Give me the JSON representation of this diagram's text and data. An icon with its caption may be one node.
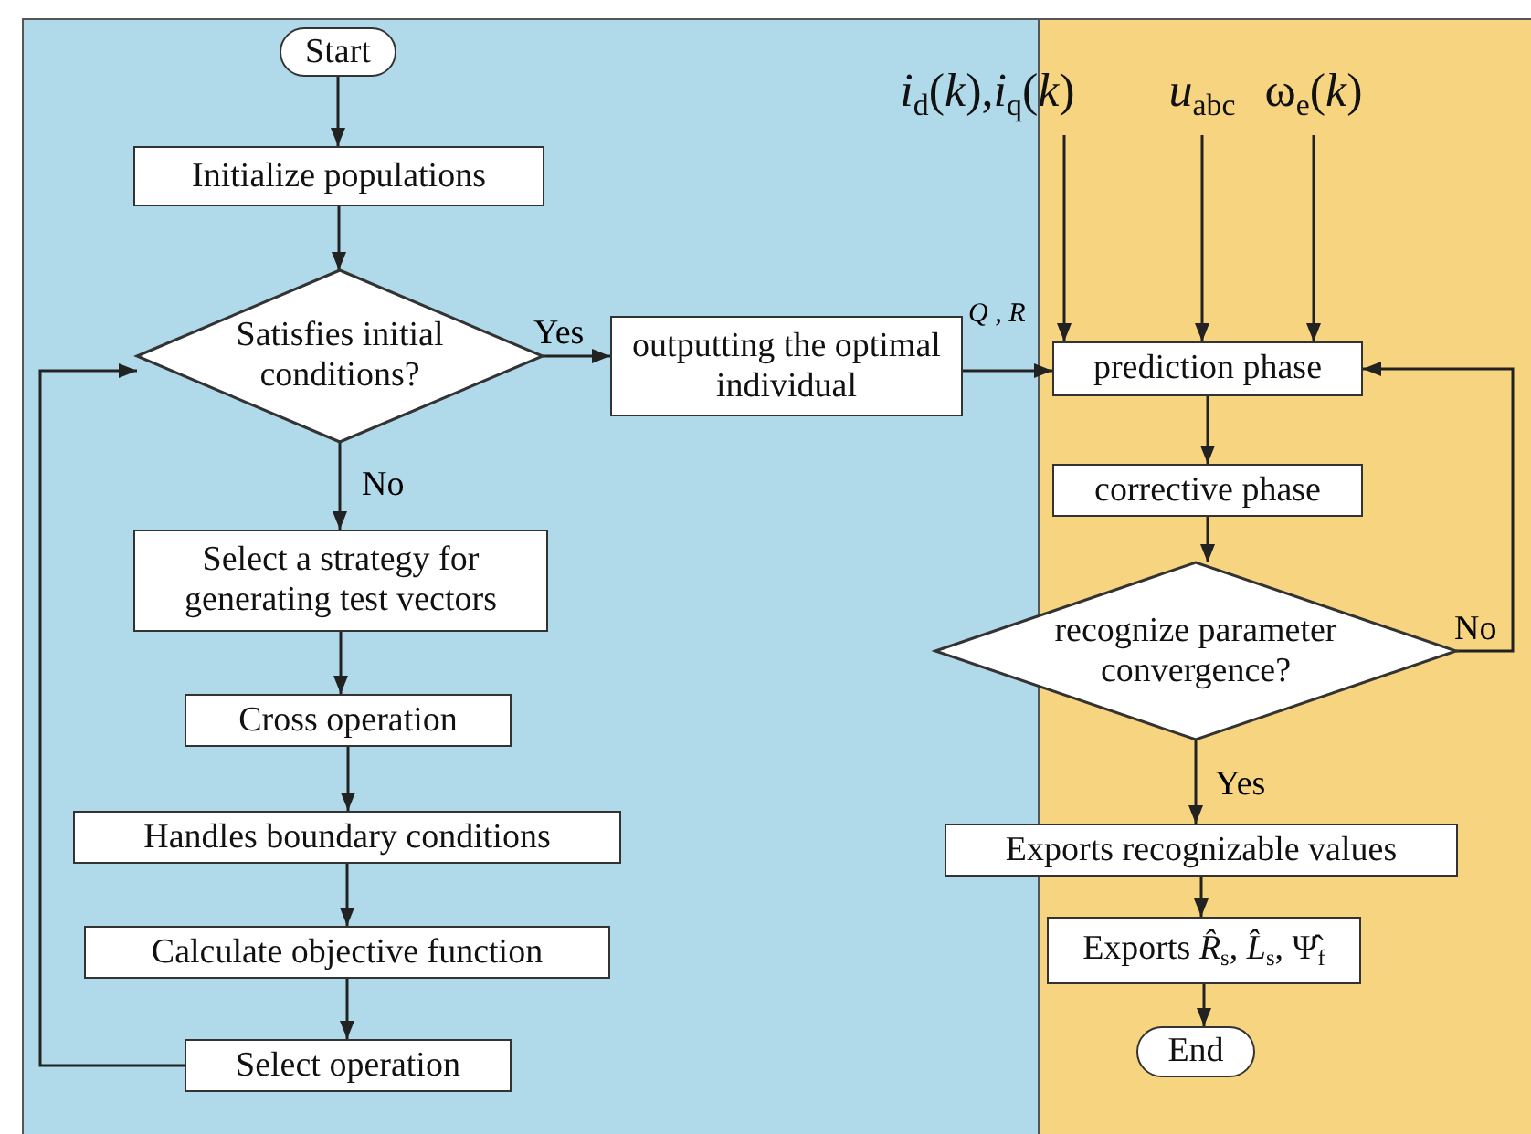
{
  "diagram": {
    "nodes": [
      {
        "text": [
          "Start"
        ]
      },
      {
        "text": [
          "Initialize populations"
        ]
      },
      {
        "text": [
          "Satisfies initial conditions?"
        ]
      },
      {
        "text": [
          "outputting the optimal individual"
        ]
      },
      {
        "text": [
          "Select a strategy for generating test vectors"
        ]
      },
      {
        "text": [
          "Cross operation"
        ]
      },
      {
        "text": [
          "Handles boundary conditions"
        ]
      },
      {
        "text": [
          "Calculate  objective function"
        ]
      },
      {
        "text": [
          "Select operation"
        ]
      },
      {
        "text": [
          "*i*$_{d}$(*k*),*i*$_{q}$(*k*)"
        ]
      },
      {
        "text": [
          "*u*$_{abc}$"
        ]
      },
      {
        "text": [
          "ω$_{e}$(*k*)"
        ]
      },
      {
        "text": [
          "prediction phase"
        ]
      },
      {
        "text": [
          "corrective phase"
        ]
      },
      {
        "text": [
          "recognize parameter convergence?"
        ]
      },
      {
        "text": [
          "Exports recognizable values"
        ]
      },
      {
        "text": [
          "Exports *R̂*$_{s}$, *L̂*$_{s}$, Ψ̂$_{f}$"
        ]
      },
      {
        "text": [
          "End"
        ]
      }
    ],
    "edges": [
      {
        "from": 0,
        "to": 1,
        "arrow": "to"
      },
      {
        "from": 1,
        "to": 2,
        "arrow": "to"
      },
      {
        "from": 2,
        "to": 3,
        "arrow": "to",
        "label": "Yes"
      },
      {
        "from": 2,
        "to": 4,
        "arrow": "to",
        "label": "No"
      },
      {
        "from": 4,
        "to": 5,
        "arrow": "to"
      },
      {
        "from": 5,
        "to": 6,
        "arrow": "to"
      },
      {
        "from": 6,
        "to": 7,
        "arrow": "to"
      },
      {
        "from": 7,
        "to": 8,
        "arrow": "to"
      },
      {
        "from": 8,
        "to": 2,
        "arrow": "to"
      },
      {
        "from": 3,
        "to": 12,
        "arrow": "to",
        "label": "Q , R"
      },
      {
        "from": 9,
        "to": 12,
        "arrow": "to"
      },
      {
        "from": 10,
        "to": 12,
        "arrow": "to"
      },
      {
        "from": 11,
        "to": 12,
        "arrow": "to"
      },
      {
        "from": 12,
        "to": 13,
        "arrow": "to"
      },
      {
        "from": 13,
        "to": 14,
        "arrow": "to"
      },
      {
        "from": 14,
        "to": 12,
        "arrow": "to",
        "label": "No"
      },
      {
        "from": 14,
        "to": 15,
        "arrow": "to",
        "label": "Yes"
      },
      {
        "from": 15,
        "to": 16,
        "arrow": "to"
      },
      {
        "from": 16,
        "to": 17,
        "arrow": "to"
      }
    ]
  }
}
